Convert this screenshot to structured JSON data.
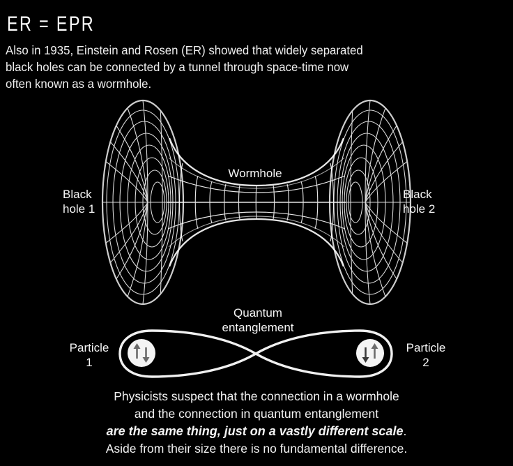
{
  "meta": {
    "background_color": "#000000",
    "text_color": "#f2f2f2",
    "line_color": "#ffffff",
    "arrow_color": "#6b6b6b"
  },
  "title": "ER = EPR",
  "intro": {
    "line1": "Also in 1935, Einstein and Rosen (ER) showed that widely separated",
    "line2": "black holes can be connected by a tunnel through space-time now",
    "line3": "often known as a wormhole."
  },
  "diagram": {
    "wormhole_label": "Wormhole",
    "black_hole_1": {
      "line1": "Black",
      "line2": "hole 1"
    },
    "black_hole_2": {
      "line1": "Black",
      "line2": "hole 2"
    },
    "entanglement_label": {
      "line1": "Quantum",
      "line2": "entanglement"
    },
    "particle_1": {
      "line1": "Particle",
      "line2": "1",
      "spin_left": "up-arrow",
      "spin_right": "down-arrow"
    },
    "particle_2": {
      "line1": "Particle",
      "line2": "2",
      "spin_left": "down-arrow",
      "spin_right": "up-arrow"
    }
  },
  "caption": {
    "line1": "Physicists suspect that the connection in a wormhole",
    "line2": "and the connection in quantum entanglement",
    "line3_emph": "are the same thing, just on a vastly different scale",
    "line3_tail": ".",
    "line4": "Aside from their size there is no fundamental difference."
  }
}
